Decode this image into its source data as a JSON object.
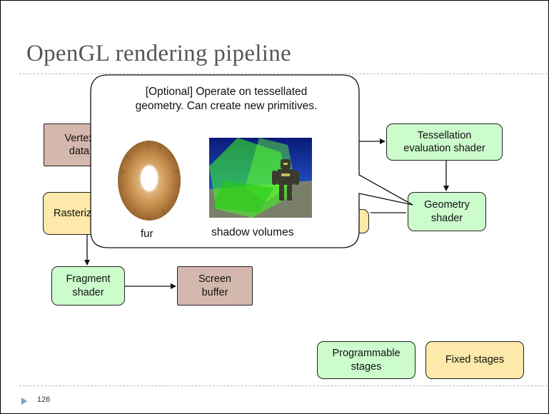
{
  "slide": {
    "title": "OpenGL rendering pipeline",
    "page_number": "126"
  },
  "pipeline": {
    "vertex_data": "Vertex\ndata",
    "rasterizer": "Rasterizer",
    "tessellation_evaluation_shader": "Tessellation\nevaluation shader",
    "geometry_shader": "Geometry\nshader",
    "fragment_shader": "Fragment\nshader",
    "screen_buffer": "Screen\nbuffer"
  },
  "callout": {
    "text": "[Optional] Operate on tessellated\ngeometry. Can create new primitives.",
    "images": [
      {
        "caption": "fur",
        "icon": "fur-torus-image"
      },
      {
        "caption": "shadow volumes",
        "icon": "shadow-volumes-image"
      }
    ]
  },
  "legend": {
    "programmable": "Programmable\nstages",
    "fixed": "Fixed stages"
  },
  "colors": {
    "programmable": "#ccfccc",
    "fixed": "#fde9a9",
    "data": "#d5b8ad"
  }
}
